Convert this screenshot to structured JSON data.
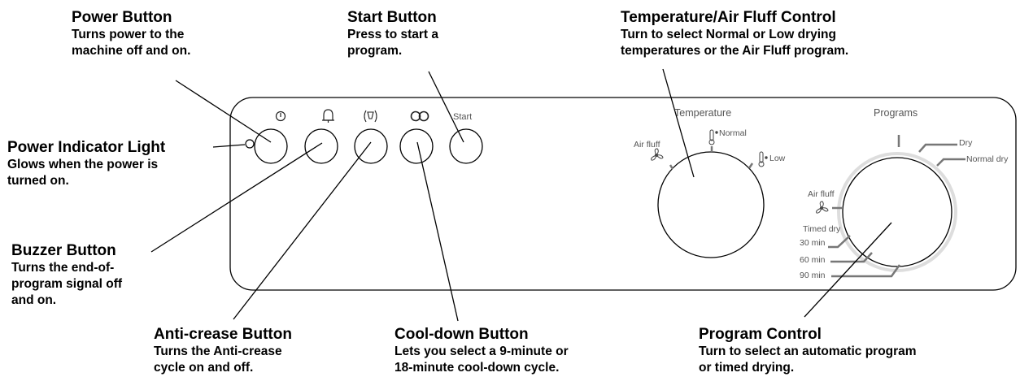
{
  "callouts": {
    "power_button": {
      "title": "Power Button",
      "desc": "Turns  power to the\nmachine off and on."
    },
    "start_button": {
      "title": "Start  Button",
      "desc": "Press to start a\nprogram."
    },
    "temperature_control": {
      "title": "Temperature/Air Fluff  Control",
      "desc": "Turn to select Normal or Low drying\ntemperatures or the Air Fluff program."
    },
    "power_indicator": {
      "title": "Power Indicator Light",
      "desc": "Glows when the power is\nturned on."
    },
    "buzzer_button": {
      "title": "Buzzer Button",
      "desc": "Turns the end-of-\nprogram signal off\nand on."
    },
    "anti_crease_button": {
      "title": "Anti-crease  Button",
      "desc": "Turns the Anti-crease\ncycle on and off."
    },
    "cool_down_button": {
      "title": "Cool-down Button",
      "desc": "Lets you select a 9-minute or\n18-minute cool-down cycle."
    },
    "program_control": {
      "title": "Program  Control",
      "desc": "Turn to select an automatic program\nor timed drying."
    }
  },
  "panel": {
    "start_label": "Start",
    "temperature_heading": "Temperature",
    "temp_air_fluff": "Air fluff",
    "temp_normal": "Normal",
    "temp_low": "Low",
    "programs_heading": "Programs",
    "prog_dry": "Dry",
    "prog_normal_dry": "Normal dry",
    "prog_air_fluff": "Air fluff",
    "prog_timed_dry": "Timed dry",
    "prog_30": "30 min",
    "prog_60": "60 min",
    "prog_90": "90 min"
  },
  "icons": {
    "power": "power-icon",
    "buzzer": "bell-icon",
    "anti_crease": "anti-crease-icon",
    "cool_down": "cool-down-icon",
    "fan": "fan-icon",
    "thermometer": "thermometer-icon"
  },
  "colors": {
    "outline": "#000000",
    "panel_text": "#555555",
    "scale": "#777777"
  }
}
